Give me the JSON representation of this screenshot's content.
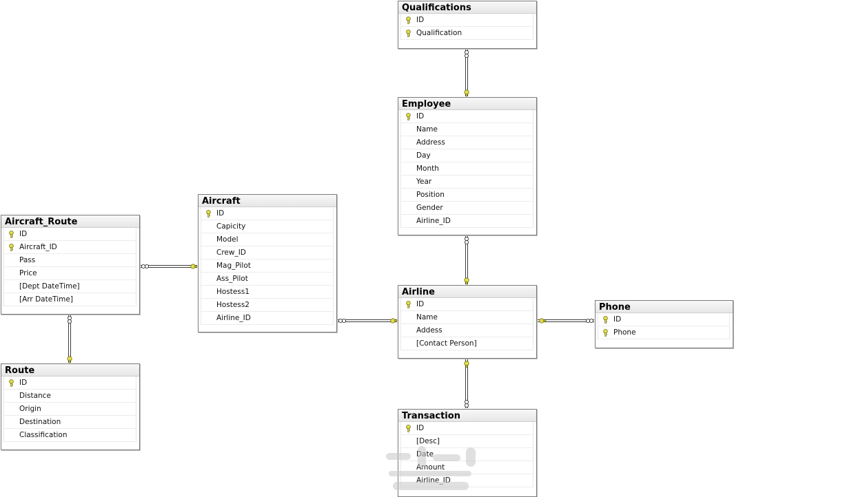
{
  "tables": [
    {
      "id": "qualifications",
      "name": "Qualifications",
      "columns": [
        {
          "name": "ID",
          "key": true
        },
        {
          "name": "Qualification",
          "key": true
        }
      ]
    },
    {
      "id": "employee",
      "name": "Employee",
      "columns": [
        {
          "name": "ID",
          "key": true
        },
        {
          "name": "Name",
          "key": false
        },
        {
          "name": "Address",
          "key": false
        },
        {
          "name": "Day",
          "key": false
        },
        {
          "name": "Month",
          "key": false
        },
        {
          "name": "Year",
          "key": false
        },
        {
          "name": "Position",
          "key": false
        },
        {
          "name": "Gender",
          "key": false
        },
        {
          "name": "Airline_ID",
          "key": false
        }
      ]
    },
    {
      "id": "aircraft",
      "name": "Aircraft",
      "columns": [
        {
          "name": "ID",
          "key": true
        },
        {
          "name": "Capicity",
          "key": false
        },
        {
          "name": "Model",
          "key": false
        },
        {
          "name": "Crew_ID",
          "key": false
        },
        {
          "name": "Mag_Pilot",
          "key": false
        },
        {
          "name": "Ass_Pilot",
          "key": false
        },
        {
          "name": "Hostess1",
          "key": false
        },
        {
          "name": "Hostess2",
          "key": false
        },
        {
          "name": "Airline_ID",
          "key": false
        }
      ]
    },
    {
      "id": "aircraft-route",
      "name": "Aircraft_Route",
      "columns": [
        {
          "name": "ID",
          "key": true
        },
        {
          "name": "Aircraft_ID",
          "key": true
        },
        {
          "name": "Pass",
          "key": false
        },
        {
          "name": "Price",
          "key": false
        },
        {
          "name": "[Dept DateTime]",
          "key": false
        },
        {
          "name": "[Arr DateTime]",
          "key": false
        }
      ]
    },
    {
      "id": "route",
      "name": "Route",
      "columns": [
        {
          "name": "ID",
          "key": true
        },
        {
          "name": "Distance",
          "key": false
        },
        {
          "name": "Origin",
          "key": false
        },
        {
          "name": "Destination",
          "key": false
        },
        {
          "name": "Classification",
          "key": false
        }
      ]
    },
    {
      "id": "airline",
      "name": "Airline",
      "columns": [
        {
          "name": "ID",
          "key": true
        },
        {
          "name": "Name",
          "key": false
        },
        {
          "name": "Addess",
          "key": false
        },
        {
          "name": "[Contact Person]",
          "key": false
        }
      ]
    },
    {
      "id": "phone",
      "name": "Phone",
      "columns": [
        {
          "name": "ID",
          "key": true
        },
        {
          "name": "Phone",
          "key": true
        }
      ]
    },
    {
      "id": "transaction",
      "name": "Transaction",
      "columns": [
        {
          "name": "ID",
          "key": true
        },
        {
          "name": "[Desc]",
          "key": false
        },
        {
          "name": "Date",
          "key": false
        },
        {
          "name": "Amount",
          "key": false
        },
        {
          "name": "Airline_ID",
          "key": false
        }
      ]
    }
  ],
  "relationships": [
    {
      "id": "qualifications-employee",
      "one": "employee",
      "many": "qualifications"
    },
    {
      "id": "employee-airline",
      "one": "airline",
      "many": "employee"
    },
    {
      "id": "aircraft-route-aircraft",
      "one": "aircraft",
      "many": "aircraft-route"
    },
    {
      "id": "aircraft-route-route",
      "one": "route",
      "many": "aircraft-route"
    },
    {
      "id": "aircraft-airline",
      "one": "airline",
      "many": "aircraft"
    },
    {
      "id": "airline-phone",
      "one": "airline",
      "many": "phone"
    },
    {
      "id": "airline-transaction",
      "one": "airline",
      "many": "transaction"
    }
  ],
  "colors": {
    "key": "#e5e24a",
    "line": "#3a3a3a",
    "border": "#7a7a7a"
  }
}
